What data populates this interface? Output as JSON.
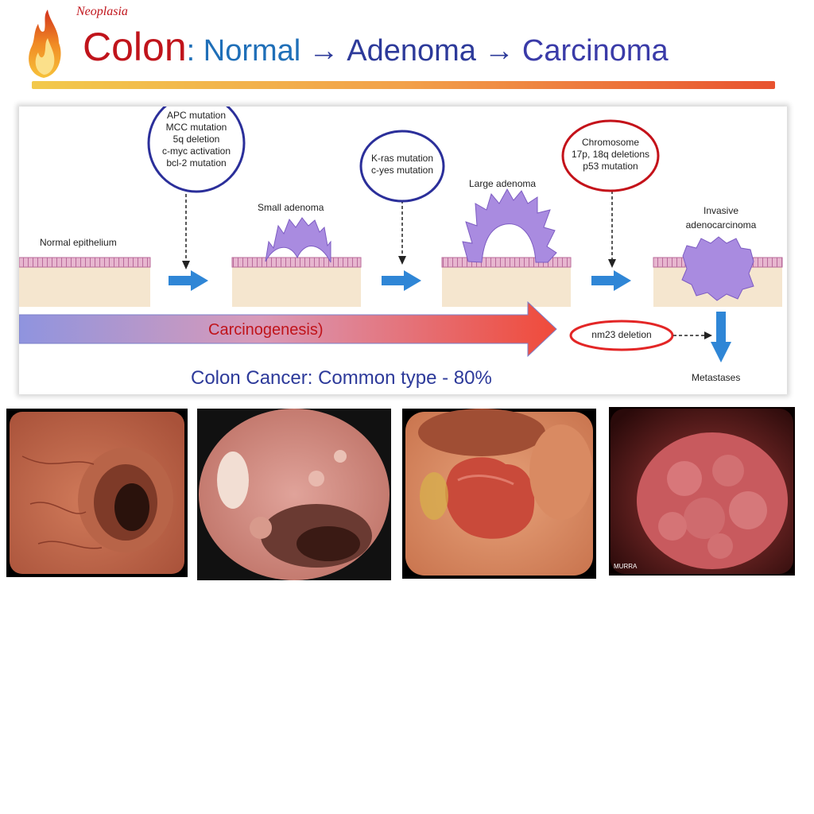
{
  "header": {
    "section": "Neoplasia",
    "title_main": "Colon",
    "title_colon": ":",
    "title_normal": " Normal",
    "arrow_symbol": "→",
    "title_adenoma": "Adenoma",
    "title_carcinoma": "Carcinoma"
  },
  "diagram": {
    "stages": {
      "normal": "Normal epithelium",
      "small": "Small adenoma",
      "large": "Large adenoma",
      "invasive_line1": "Invasive",
      "invasive_line2": "adenocarcinoma"
    },
    "mutations_1": [
      "APC mutation",
      "MCC mutation",
      "5q deletion",
      "c-myc activation",
      "bcl-2 mutation"
    ],
    "mutations_2": [
      "K-ras mutation",
      "c-yes mutation"
    ],
    "mutations_3": [
      "Chromosome",
      "17p, 18q deletions",
      "p53 mutation"
    ],
    "carcinogenesis_label": "Carcinogenesis)",
    "nm23_label": "nm23 deletion",
    "metastases_label": "Metastases",
    "caption": "Colon Cancer: Common type - 80%"
  },
  "photos": {
    "photo4_watermark": "MURRA"
  },
  "colors": {
    "title_red": "#c0141b",
    "title_blue": "#1f6fb8",
    "circle_blue": "#2b2f9a",
    "circle_red": "#c4121a",
    "arrow_blue": "#2f86d6",
    "tumor_purple": "#a98be0"
  }
}
